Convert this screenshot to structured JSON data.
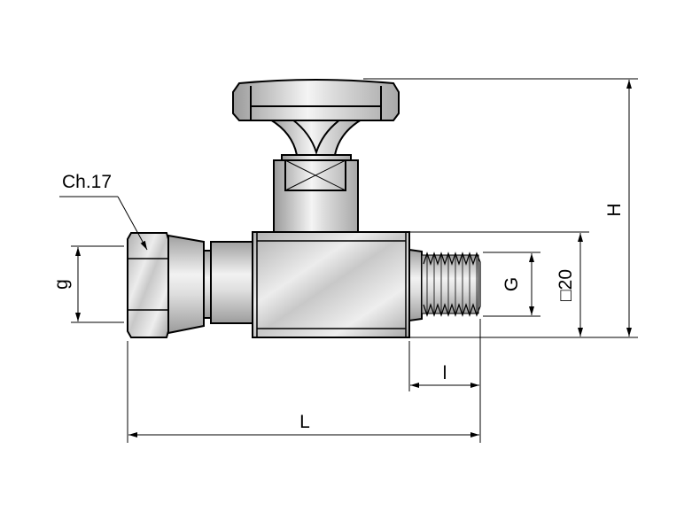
{
  "labels": {
    "wrench_size": "Ch.17",
    "inlet_thread": "g",
    "outlet_thread": "G",
    "body_square": "□20",
    "height": "H",
    "thread_length": "l",
    "length": "L"
  }
}
